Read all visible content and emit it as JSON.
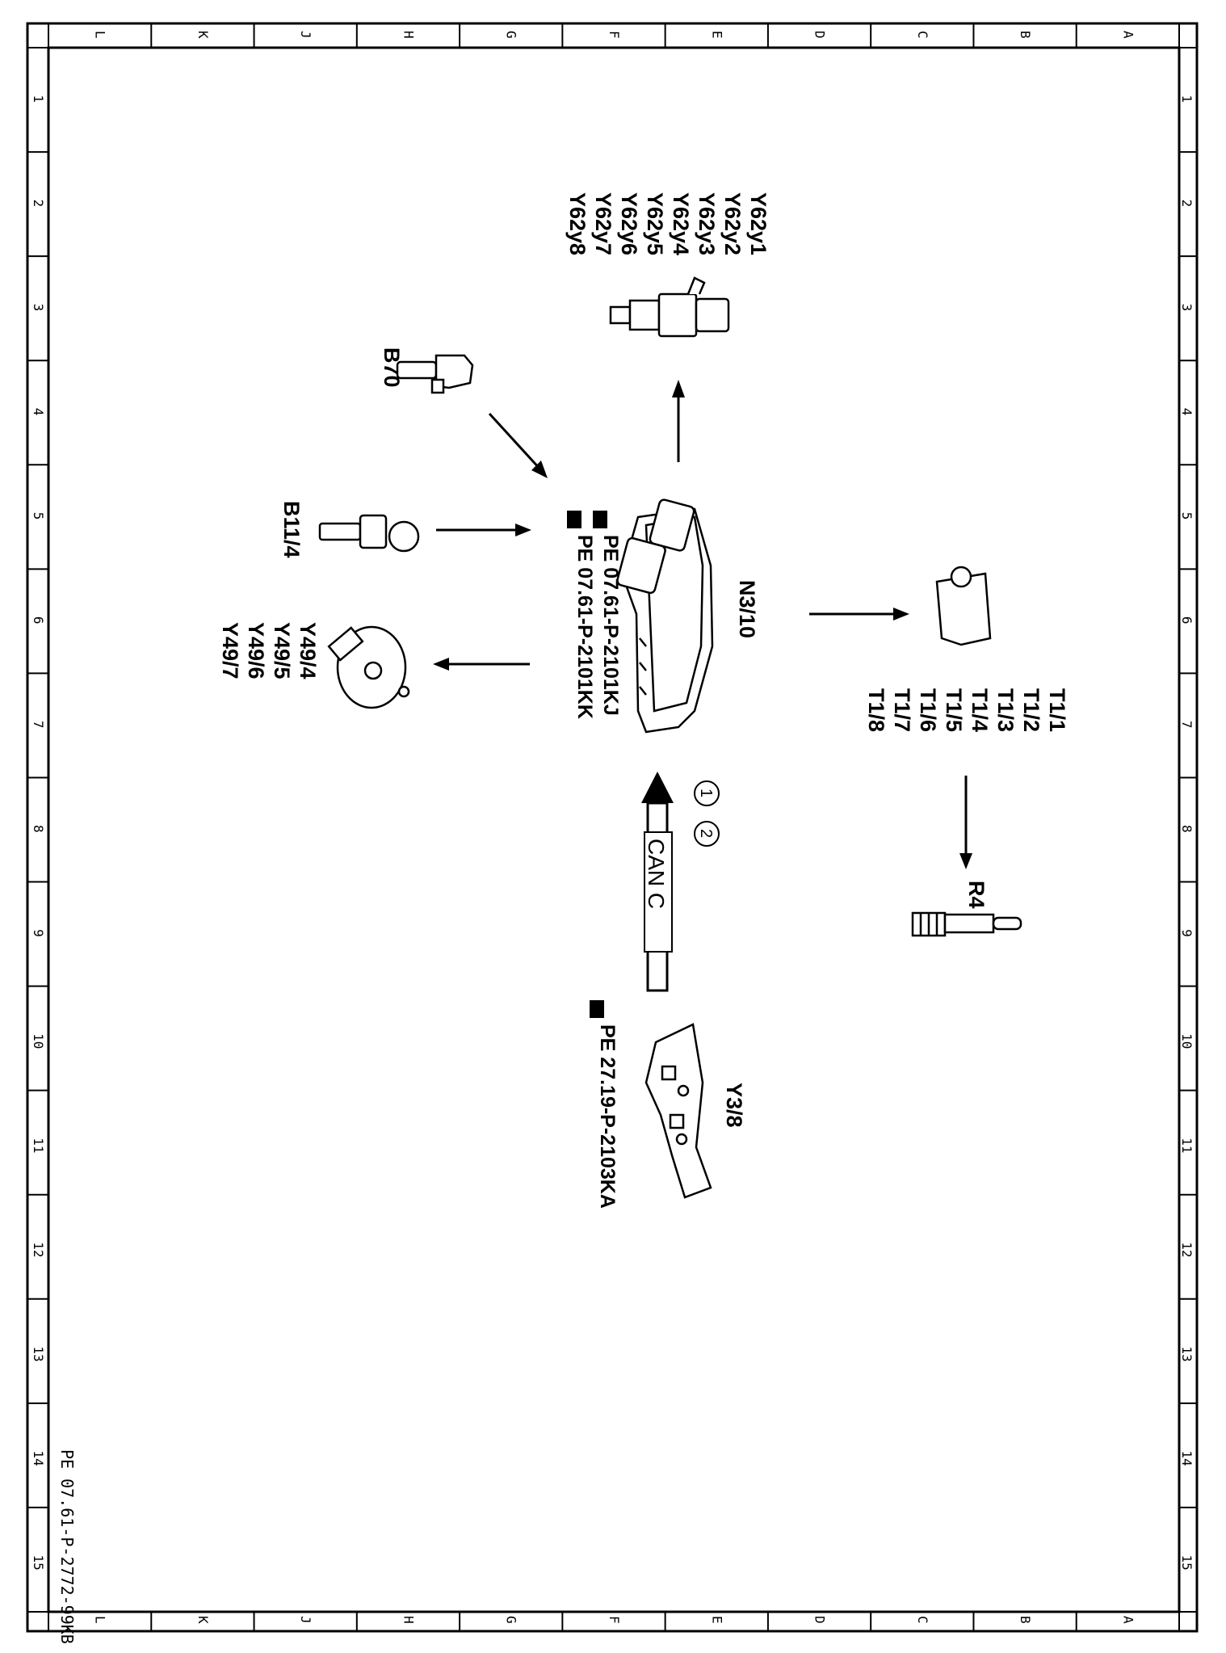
{
  "grid": {
    "columns_top": [
      "L",
      "K",
      "J",
      "H",
      "G",
      "F",
      "E",
      "D",
      "C",
      "B",
      "A"
    ],
    "columns_bottom": [
      "L",
      "K",
      "J",
      "H",
      "G",
      "F",
      "E",
      "D",
      "C",
      "B",
      "A"
    ],
    "rows": [
      "1",
      "2",
      "3",
      "4",
      "5",
      "6",
      "7",
      "8",
      "9",
      "10",
      "11",
      "12",
      "13",
      "14",
      "15"
    ]
  },
  "labels": {
    "b70": "B70",
    "b11_4": "B11/4",
    "y49": [
      "Y49/4",
      "Y49/5",
      "Y49/6",
      "Y49/7"
    ],
    "y62": [
      "Y62y1",
      "Y62y2",
      "Y62y3",
      "Y62y4",
      "Y62y5",
      "Y62y6",
      "Y62y7",
      "Y62y8"
    ],
    "n3_10": "N3/10",
    "pe_refs": [
      "PE 07.61-P-2101KJ",
      "PE 07.61-P-2101KK"
    ],
    "t1": [
      "T1/1",
      "T1/2",
      "T1/3",
      "T1/4",
      "T1/5",
      "T1/6",
      "T1/7",
      "T1/8"
    ],
    "r4": "R4",
    "can": "CAN C",
    "circle_1": "1",
    "circle_2": "2",
    "y3_8": "Y3/8",
    "y3_ref": "PE 27.19-P-2103KA",
    "doc_id": "PE 07.61-P-2772-99KB"
  }
}
